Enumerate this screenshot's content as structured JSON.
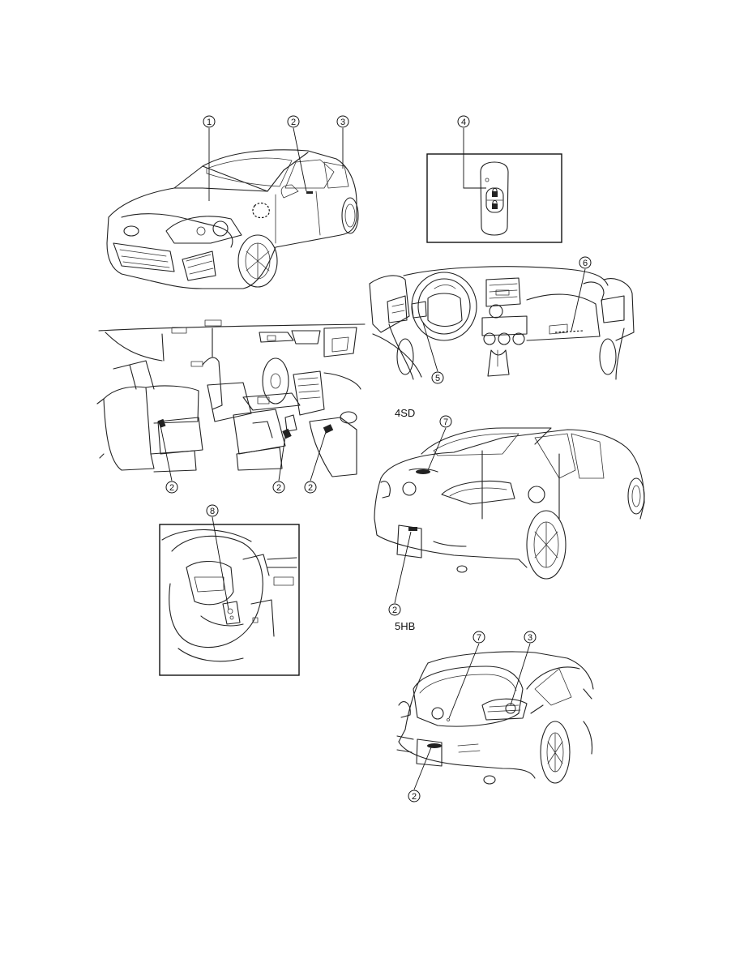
{
  "variants": {
    "sedan": "4SD",
    "hatchback": "5HB"
  },
  "callouts": [
    "1",
    "2",
    "3",
    "4",
    "5",
    "6",
    "7",
    "8"
  ],
  "colors": {
    "line": "#222222",
    "background": "#ffffff"
  }
}
